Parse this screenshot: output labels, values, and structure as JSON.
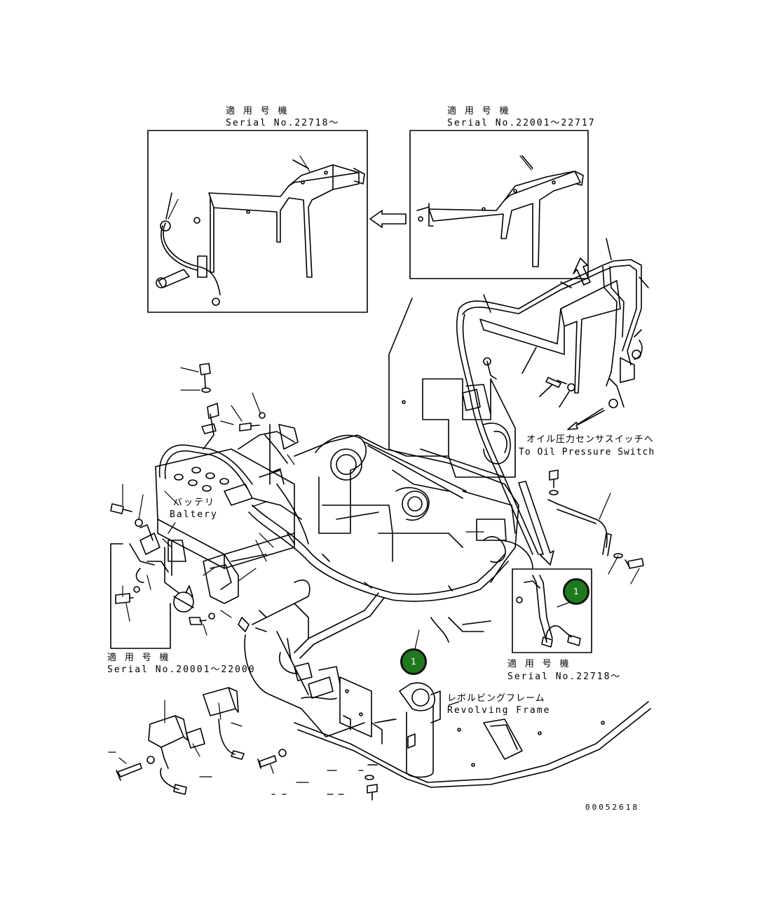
{
  "labels": {
    "inset_left_jp": "適 用 号 機",
    "inset_left_serial": "Serial No.22718～",
    "inset_right_jp": "適 用 号 機",
    "inset_right_serial": "Serial No.22001～22717",
    "oil_jp": "オイル圧力センサスイッチへ",
    "oil_en": "To Oil Pressure Switch",
    "battery_jp": "バッテリ",
    "battery_en": "Baltery",
    "inset_lower_left_jp": "適 用 号 機",
    "inset_lower_left_serial": "Serial No.20001～22000",
    "inset_lower_right_jp": "適 用 号 機",
    "inset_lower_right_serial": "Serial No.22718～",
    "frame_jp": "レボルビングフレーム",
    "frame_en": "Revolving Frame",
    "drawing_number": "00052618"
  },
  "callouts": [
    {
      "number": "1",
      "color": "#1f7a1f"
    },
    {
      "number": "1",
      "color": "#1f7a1f"
    }
  ]
}
